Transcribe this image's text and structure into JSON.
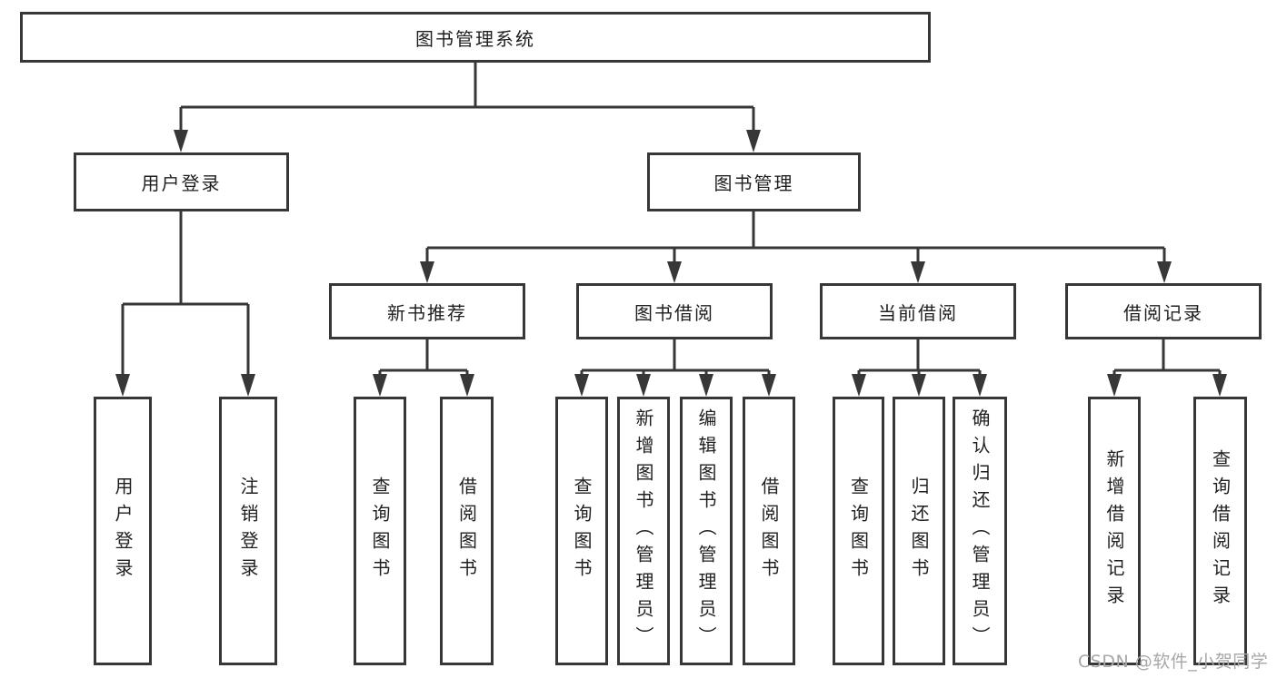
{
  "root": {
    "label": "图书管理系统"
  },
  "branches": [
    {
      "label": "用户登录",
      "children": [
        {
          "label": "用户登录"
        },
        {
          "label": "注销登录"
        }
      ]
    },
    {
      "label": "图书管理",
      "groups": [
        {
          "label": "新书推荐",
          "children": [
            {
              "label": "查询图书"
            },
            {
              "label": "借阅图书"
            }
          ]
        },
        {
          "label": "图书借阅",
          "children": [
            {
              "label": "查询图书"
            },
            {
              "label": "新增图书（管理员）"
            },
            {
              "label": "编辑图书（管理员）"
            },
            {
              "label": "借阅图书"
            }
          ]
        },
        {
          "label": "当前借阅",
          "children": [
            {
              "label": "查询图书"
            },
            {
              "label": "归还图书"
            },
            {
              "label": "确认归还（管理员）"
            }
          ]
        },
        {
          "label": "借阅记录",
          "children": [
            {
              "label": "新增借阅记录"
            },
            {
              "label": "查询借阅记录"
            }
          ]
        }
      ]
    }
  ],
  "watermark": "CSDN @软件_小贺同学",
  "colors": {
    "line": "#373737",
    "box_border": "#373737",
    "text": "#1f1f1f",
    "watermark_text": "#a7a7a7",
    "background": "#ffffff"
  }
}
